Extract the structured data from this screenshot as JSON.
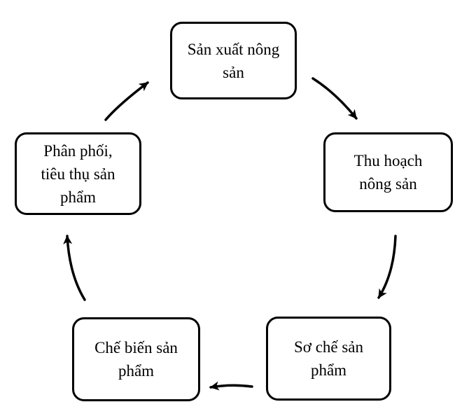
{
  "colors": {
    "background": "#ffffff",
    "stroke": "#000000",
    "text": "#000000"
  },
  "diagram": {
    "type": "cycle",
    "nodes": [
      {
        "name": "san-xuat-nong-san",
        "label": "Sản xuất nông sản",
        "lines": [
          "Sản xuất nông",
          "sản"
        ]
      },
      {
        "name": "thu-hoach-nong-san",
        "label": "Thu hoạch nông sản",
        "lines": [
          "Thu hoạch",
          "nông sản"
        ]
      },
      {
        "name": "so-che-san-pham",
        "label": "Sơ chế sản phẩm",
        "lines": [
          "Sơ chế sản",
          "phẩm"
        ]
      },
      {
        "name": "che-bien-san-pham",
        "label": "Chế biến sản phẩm",
        "lines": [
          "Chế biến sản",
          "phẩm"
        ]
      },
      {
        "name": "phan-phoi-tieu-thu-san-pham",
        "label": "Phân phối, tiêu thụ sản phẩm",
        "lines": [
          "Phân phối,",
          "tiêu thụ sản",
          "phẩm"
        ]
      }
    ],
    "edges": [
      {
        "from": "san-xuat-nong-san",
        "to": "thu-hoach-nong-san"
      },
      {
        "from": "thu-hoach-nong-san",
        "to": "so-che-san-pham"
      },
      {
        "from": "so-che-san-pham",
        "to": "che-bien-san-pham"
      },
      {
        "from": "che-bien-san-pham",
        "to": "phan-phoi-tieu-thu-san-pham"
      },
      {
        "from": "phan-phoi-tieu-thu-san-pham",
        "to": "san-xuat-nong-san"
      }
    ]
  }
}
